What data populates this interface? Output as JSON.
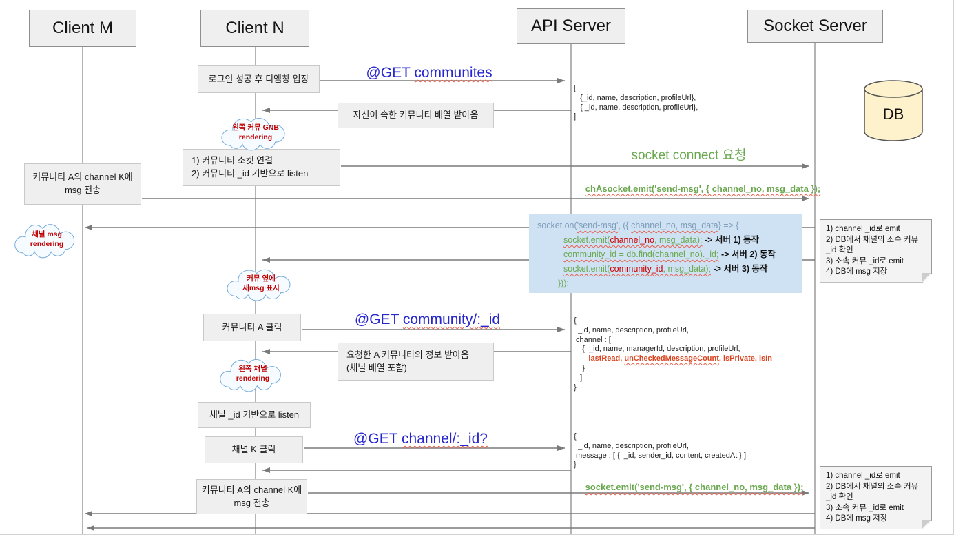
{
  "actors": {
    "m": "Client M",
    "n": "Client N",
    "api": "API Server",
    "socket": "Socket Server"
  },
  "db": {
    "label": "DB"
  },
  "boxes": {
    "login": "로그인 성공 후 디엠창 입장",
    "recv_comm": "자신이 속한 커뮤니티 배열 받아옴",
    "sock1": "1) 커뮤니티 소켓 연결",
    "sock2": "2) 커뮤니티 _id 기반으로 listen",
    "m_send1": "커뮤니티 A의 channel K에",
    "m_send2": "msg 전송",
    "comm_click": "커뮤니티 A 클릭",
    "comm_info1": "요청한 A 커뮤니티의 정보 받아옴",
    "comm_info2": "(채널 배열 포함)",
    "chan_listen": "채널 _id 기반으로 listen",
    "chan_click": "채널 K 클릭",
    "n_send1": "커뮤니티 A의 channel K에",
    "n_send2": "msg 전송"
  },
  "clouds": {
    "gnb1": "왼쪽 커뮤 GNB",
    "gnb2": "rendering",
    "chmsg1": "채널 msg",
    "chmsg2": "rendering",
    "newmsg1": "커뮤 옆에",
    "newmsg2": "새msg 표시",
    "leftch1": "왼쪽 채널",
    "leftch2": "rendering"
  },
  "arrows": {
    "get_comm_pre": "@GET ",
    "get_comm_word": "communites",
    "socket_connect": "socket connect 요청",
    "cha_emit": "chAsocket.emit('send-msg', { channel_no, msg_data });",
    "get_community_pre": "@GET ",
    "get_community_word": "community/:_id",
    "get_channel_pre": "@GET ",
    "get_channel_word": "channel/:_id?",
    "socket_emit": "socket.emit('send-msg', { channel_no, msg_data });"
  },
  "code": {
    "l1a": "socket.on(",
    "l1b": "'send-msg'",
    "l1c": ",  ({ ",
    "l1d": "channel_no, msg_data",
    "l1e": "} => {",
    "l2a": "socket.emit(",
    "l2b": "channel_no",
    "l2c": ", msg_data);",
    "l2d": " -> 서버 1) 동작",
    "l3a": "community_id = db.find(channel_no)._id;",
    "l3b": " -> 서버 2) 동작",
    "l4a": "socket.emit(",
    "l4b": "community_id",
    "l4c": ", msg_data);",
    "l4d": " -> 서버 3) 동작",
    "l5": "}));"
  },
  "json1": {
    "l1": "[",
    "l2": "   {_id, name, description, profileUrl},",
    "l3": "   { _id, name, description, profileUrl},",
    "l4": "]"
  },
  "json2": {
    "l1": "{",
    "l2": "  _id, name, description, profileUrl,",
    "l3": " channel : [",
    "l4": "    {  _id, name, managerId, description, profileUrl,",
    "l5a": "       lastRead, ",
    "l5b": "unCheckedMessageCount",
    "l5c": ", isPrivate, isIn",
    "l6": "    }",
    "l7": "   ]",
    "l8": "}"
  },
  "json3": {
    "l1": "{",
    "l2": "  _id, name, description, profileUrl,",
    "l3": " message : [ {  _id, sender_id, content, createdAt } ]",
    "l4": "}"
  },
  "note1": {
    "l1": "1) channel _id로 emit",
    "l2": "2) DB에서 채널의 소속 커뮤",
    "l3": "_id 확인",
    "l4": "3) 소속 커뮤 _id로 emit",
    "l5": "4) DB에 msg 저장"
  },
  "note2": {
    "l1": "1) channel _id로 emit",
    "l2": "2) DB에서 채널의 소속 커뮤",
    "l3": "_id 확인",
    "l4": "3) 소속 커뮤 _id로 emit",
    "l5": "4) DB에 msg 저장"
  },
  "colors": {
    "http_label_blue": "#2727cf",
    "socket_label_green": "#6aa84f",
    "code_blue": "#7f9db9",
    "code_red": "#cc0000",
    "highlight_red": "#d9441f",
    "cloud_text_red": "#c00000",
    "cloud_outline_blue": "#6fa8dc",
    "code_box_bg": "#cfe2f3",
    "db_fill": "#fdf2cc",
    "note_bg": "#f3f3f3",
    "box_bg": "#efefef",
    "line_gray": "#7a7a7a"
  }
}
